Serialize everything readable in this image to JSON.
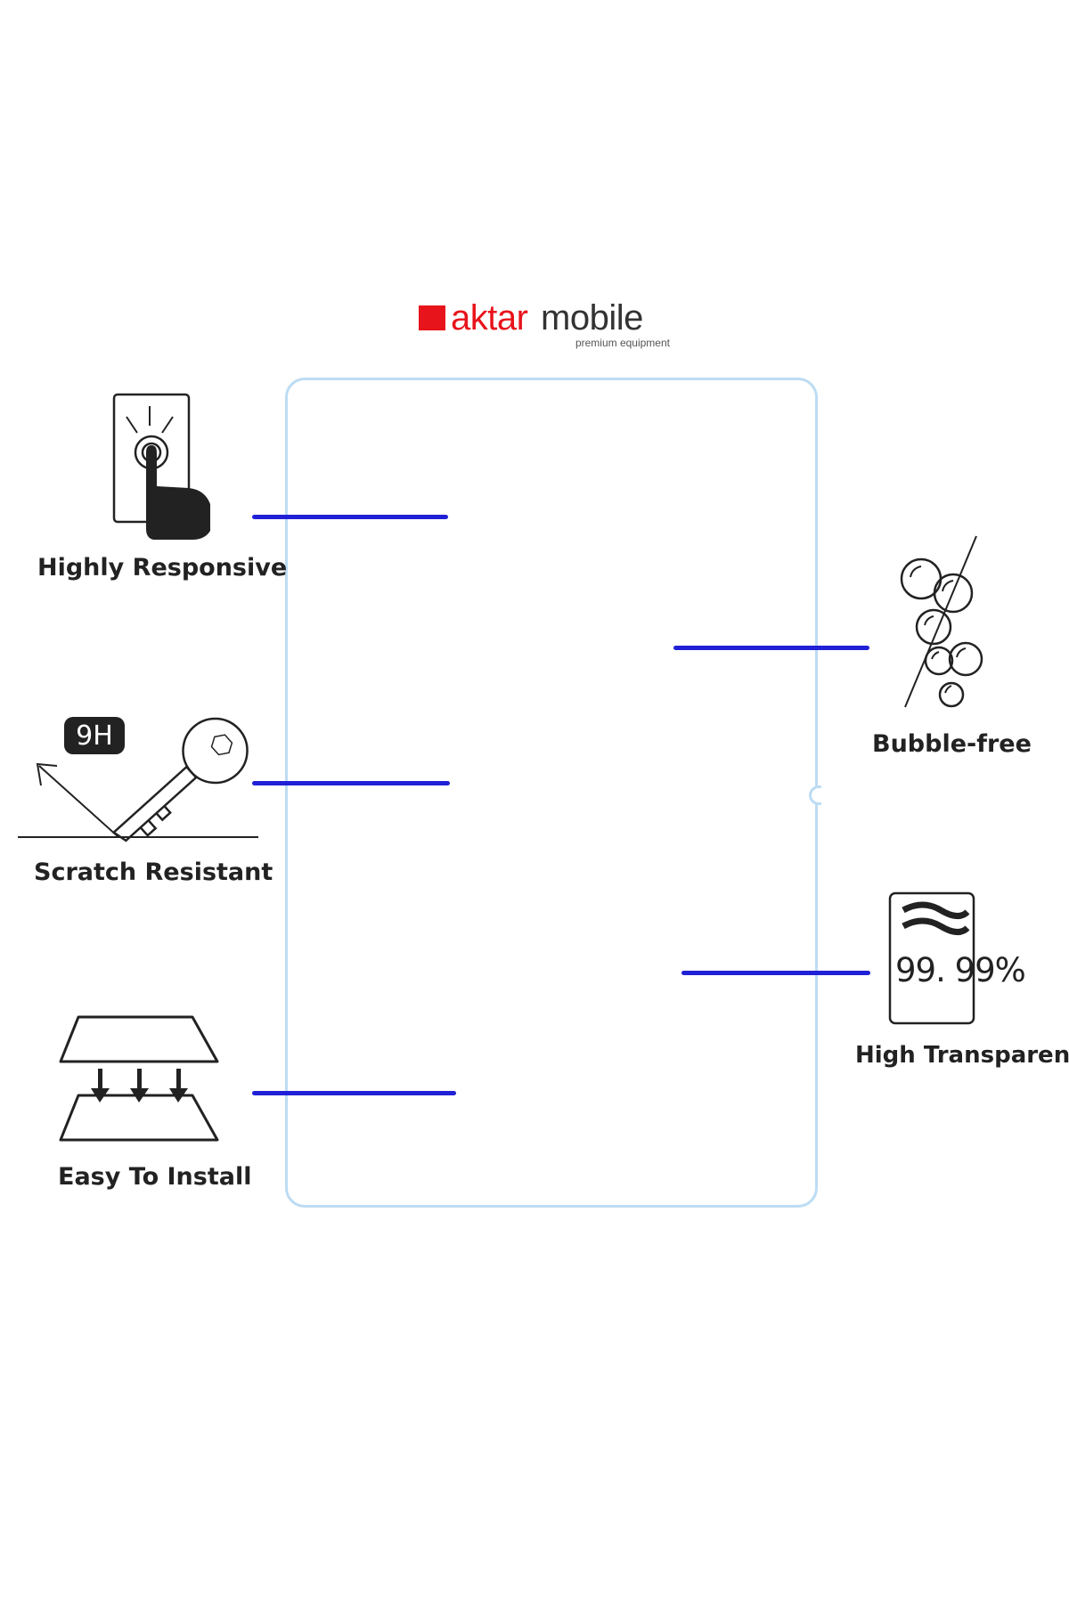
{
  "brand": {
    "name_part1": "aktar",
    "name_part2": "mobile",
    "tagline": "premium equipment",
    "colors": {
      "red": "#e8141b",
      "dark": "#333333"
    }
  },
  "protector": {
    "outline_color": "#bcdcf3"
  },
  "leader_color": "#2020d6",
  "features": {
    "responsive": {
      "label": "Highly Responsive",
      "icon": "touch-finger-icon"
    },
    "scratch": {
      "label": "Scratch Resistant",
      "icon": "key-scratch-icon",
      "badge": "9H"
    },
    "install": {
      "label": "Easy To Install",
      "icon": "layers-install-icon"
    },
    "bubble": {
      "label": "Bubble-free",
      "icon": "bubbles-icon"
    },
    "transparency": {
      "label": "High Transparency",
      "icon": "transparency-icon",
      "value": "99. 99%"
    }
  }
}
